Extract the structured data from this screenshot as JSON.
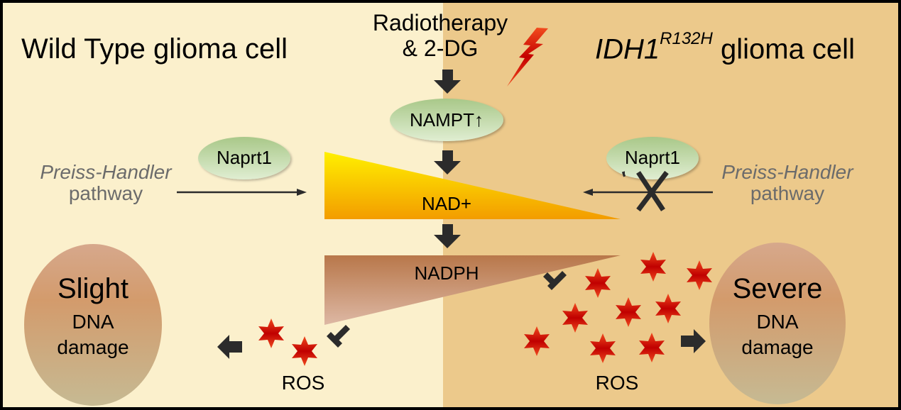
{
  "left_panel": {
    "title": "Wild Type glioma cell",
    "pathway_line1": "Preiss-Handler",
    "pathway_line2": "pathway",
    "enzyme": "Naprt1",
    "damage_title": "Slight",
    "damage_line1": "DNA",
    "damage_line2": "damage",
    "ros_label": "ROS",
    "background_color": "#fbf0cc"
  },
  "right_panel": {
    "title_gene": "IDH1",
    "title_superscript": "R132H",
    "title_rest": "glioma cell",
    "pathway_line1": "Preiss-Handler",
    "pathway_line2": "pathway",
    "enzyme": "Naprt1",
    "damage_title": "Severe",
    "damage_line1": "DNA",
    "damage_line2": "damage",
    "ros_label": "ROS",
    "background_color": "#ecc98b"
  },
  "center": {
    "treatment_line1": "Radiotherapy",
    "treatment_line2": "& 2-DG",
    "nampt_label": "NAMPT↑",
    "nad_label": "NAD+",
    "nadph_label": "NADPH"
  },
  "colors": {
    "ellipse_top": "#a9c889",
    "ellipse_bottom": "#dcebcc",
    "nad_top": "#ffe600",
    "nad_bottom": "#f3a000",
    "nadph_top": "#b8774a",
    "nadph_bottom": "#d9b299",
    "star_outer": "#f04a1e",
    "star_inner": "#c00000",
    "arrow": "#2b2b2b",
    "bolt": "#e8321a"
  }
}
